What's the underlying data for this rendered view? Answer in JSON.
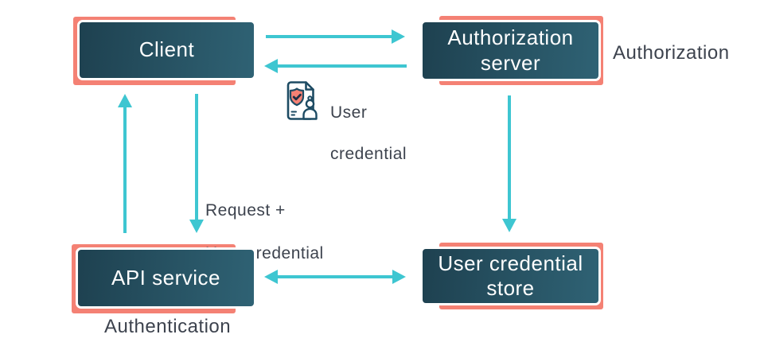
{
  "colors": {
    "arrow": "#3EC6D1",
    "shadow": "#F48174",
    "box_gradient_start": "#1E4150",
    "box_gradient_end": "#2F6274",
    "box_border": "#FFFFFF",
    "box_text": "#FFFFFF",
    "label_text": "#3D434E",
    "icon_outline": "#1D4B63",
    "icon_shield_fill": "#F48174",
    "icon_check": "#1C2E44"
  },
  "nodes": {
    "client": {
      "label": "Client"
    },
    "authorization_server": {
      "line1": "Authorization",
      "line2": "server"
    },
    "api_service": {
      "label": "API service"
    },
    "user_credential_store": {
      "line1": "User credential",
      "line2": "store"
    }
  },
  "annotations": {
    "authorization": "Authorization",
    "authentication": "Authentication",
    "user_credential": {
      "line1": "User",
      "line2": "credential"
    },
    "request": {
      "line1": "Request +",
      "line2": "User credential"
    }
  },
  "icons": {
    "user_credential_icon": "user-credential-document-icon"
  }
}
